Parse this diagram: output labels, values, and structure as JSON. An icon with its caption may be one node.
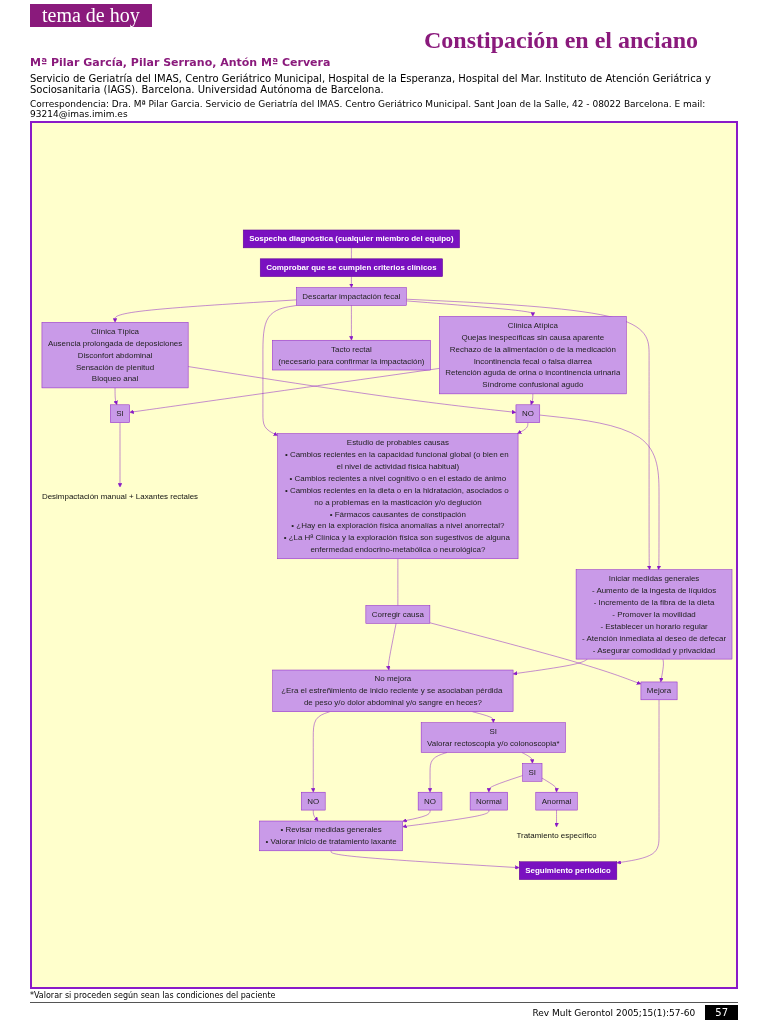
{
  "diagram": {
    "title": "Constipación en el anciano",
    "nodes": [
      {
        "text": [
          "Sospecha diagnóstica (cualquier miembro del equipo)"
        ]
      },
      {
        "text": [
          "Comprobar que se cumplen criterios clínicos"
        ]
      },
      {
        "text": [
          "Descartar impactación fecal"
        ]
      },
      {
        "text": [
          "Clínica Típica",
          "Ausencia prolongada de deposiciones",
          "Disconfort abdominal",
          "Sensación de plenitud",
          "Bloqueo anal"
        ]
      },
      {
        "text": [
          "Clínica Atípica",
          "Quejas inespecíficas sin causa aparente",
          "Rechazo de la alimentación o de la medicación",
          "Incontinencia fecal o falsa diarrea",
          "Retención aguda de orina o incontinencia urinaria",
          "Síndrome confusional agudo"
        ]
      },
      {
        "text": [
          "Tacto rectal",
          "(necesario para confirmar la impactación)"
        ]
      },
      {
        "text": [
          "NO"
        ]
      },
      {
        "text": [
          "SI"
        ]
      },
      {
        "text": [
          "Desimpactación manual + Laxantes rectales"
        ]
      },
      {
        "text": [
          "Estudio de probables causas",
          "• Cambios recientes en la capacidad funcional global (o bien en el nivel de actividad física habitual)",
          "• Cambios recientes a nivel cognitivo o en el estado de ánimo",
          "• Cambios recientes en la dieta o en la hidratación, asociados o no a problemas en la masticación y/o deglución",
          "• Fármacos causantes de constipación",
          "• ¿Hay en la exploración física anomalías a nivel anorrectal?",
          "• ¿La Hª Clínica y la exploración física son sugestivos de alguna enfermedad endocrino-metabólica o neurológica?"
        ]
      },
      {
        "text": [
          "Iniciar medidas generales",
          "- Aumento de la ingesta de líquidos",
          "- Incremento de la fibra de la dieta",
          "- Promover la movilidad",
          "- Establecer un horario regular",
          "- Atención inmediata al deseo de defecar",
          "- Asegurar comodidad y privacidad"
        ]
      },
      {
        "text": [
          "Corregir causa"
        ]
      },
      {
        "text": [
          "Mejora"
        ]
      },
      {
        "text": [
          "No mejora",
          "¿Era el estreñimiento de inicio reciente y se asociaban pérdida de peso y/o dolor abdominal y/o sangre en heces?"
        ]
      },
      {
        "text": [
          "NO"
        ]
      },
      {
        "text": [
          "SI",
          "Valorar rectoscopia y/o colonoscopia*"
        ]
      },
      {
        "text": [
          "NO"
        ]
      },
      {
        "text": [
          "SI"
        ]
      },
      {
        "text": [
          "Normal"
        ]
      },
      {
        "text": [
          "Anormal"
        ]
      },
      {
        "text": [
          "• Revisar medidas generales",
          "• Valorar inicio de tratamiento laxante"
        ]
      },
      {
        "text": [
          "Seguimiento periódico"
        ]
      },
      {
        "text": [
          "Tratamiento específico"
        ]
      }
    ],
    "edges": [
      {
        "from": 0,
        "to": 1,
        "arrow": "none"
      },
      {
        "from": 1,
        "to": 2,
        "arrow": "to"
      },
      {
        "from": 2,
        "to": 3,
        "arrow": "to"
      },
      {
        "from": 2,
        "to": 4,
        "arrow": "to"
      },
      {
        "from": 2,
        "to": 5,
        "arrow": "to"
      },
      {
        "from": 3,
        "to": 6,
        "arrow": "to"
      },
      {
        "from": 3,
        "to": 7,
        "arrow": "to"
      },
      {
        "from": 4,
        "to": 6,
        "arrow": "to"
      },
      {
        "from": 4,
        "to": 7,
        "arrow": "to"
      },
      {
        "from": 7,
        "to": 8,
        "arrow": "to"
      },
      {
        "from": 2,
        "to": 9,
        "arrow": "to"
      },
      {
        "from": 2,
        "to": 10,
        "arrow": "to"
      },
      {
        "from": 6,
        "to": 9,
        "arrow": "to"
      },
      {
        "from": 6,
        "to": 10,
        "arrow": "to"
      },
      {
        "from": 9,
        "to": 11,
        "arrow": "none"
      },
      {
        "from": 11,
        "to": 12,
        "arrow": "to"
      },
      {
        "from": 11,
        "to": 13,
        "arrow": "to"
      },
      {
        "from": 10,
        "to": 12,
        "arrow": "to"
      },
      {
        "from": 10,
        "to": 13,
        "arrow": "to"
      },
      {
        "from": 13,
        "to": 14,
        "arrow": "to"
      },
      {
        "from": 13,
        "to": 15,
        "arrow": "to"
      },
      {
        "from": 14,
        "to": 20,
        "arrow": "to"
      },
      {
        "from": 15,
        "to": 16,
        "arrow": "to"
      },
      {
        "from": 15,
        "to": 17,
        "arrow": "to"
      },
      {
        "from": 16,
        "to": 20,
        "arrow": "to"
      },
      {
        "from": 17,
        "to": 18,
        "arrow": "to"
      },
      {
        "from": 17,
        "to": 19,
        "arrow": "to"
      },
      {
        "from": 18,
        "to": 20,
        "arrow": "to"
      },
      {
        "from": 19,
        "to": 22,
        "arrow": "to"
      },
      {
        "from": 20,
        "to": 21,
        "arrow": "to"
      },
      {
        "from": 12,
        "to": 21,
        "arrow": "to"
      }
    ],
    "labels": [
      "tema de hoy",
      "Mª Pilar García, Pilar Serrano, Antón Mª Cervera",
      "Servicio de Geriatría del IMAS, Centro Geriátrico Municipal, Hospital de la Esperanza, Hospital del Mar. Instituto de Atención Geriátrica y Sociosanitaria (IAGS). Barcelona. Universidad Autónoma de Barcelona.",
      "Correspondencia: Dra. Mª Pilar Garcia. Servicio de Geriatría del IMAS. Centro Geriátrico Municipal. Sant Joan de la Salle, 42 - 08022 Barcelona. E mail: 93214@imas.imim.es",
      "*Valorar si proceden según sean las condiciones del paciente",
      "Rev Mult Gerontol 2005;15(1):57-60",
      "57"
    ]
  }
}
